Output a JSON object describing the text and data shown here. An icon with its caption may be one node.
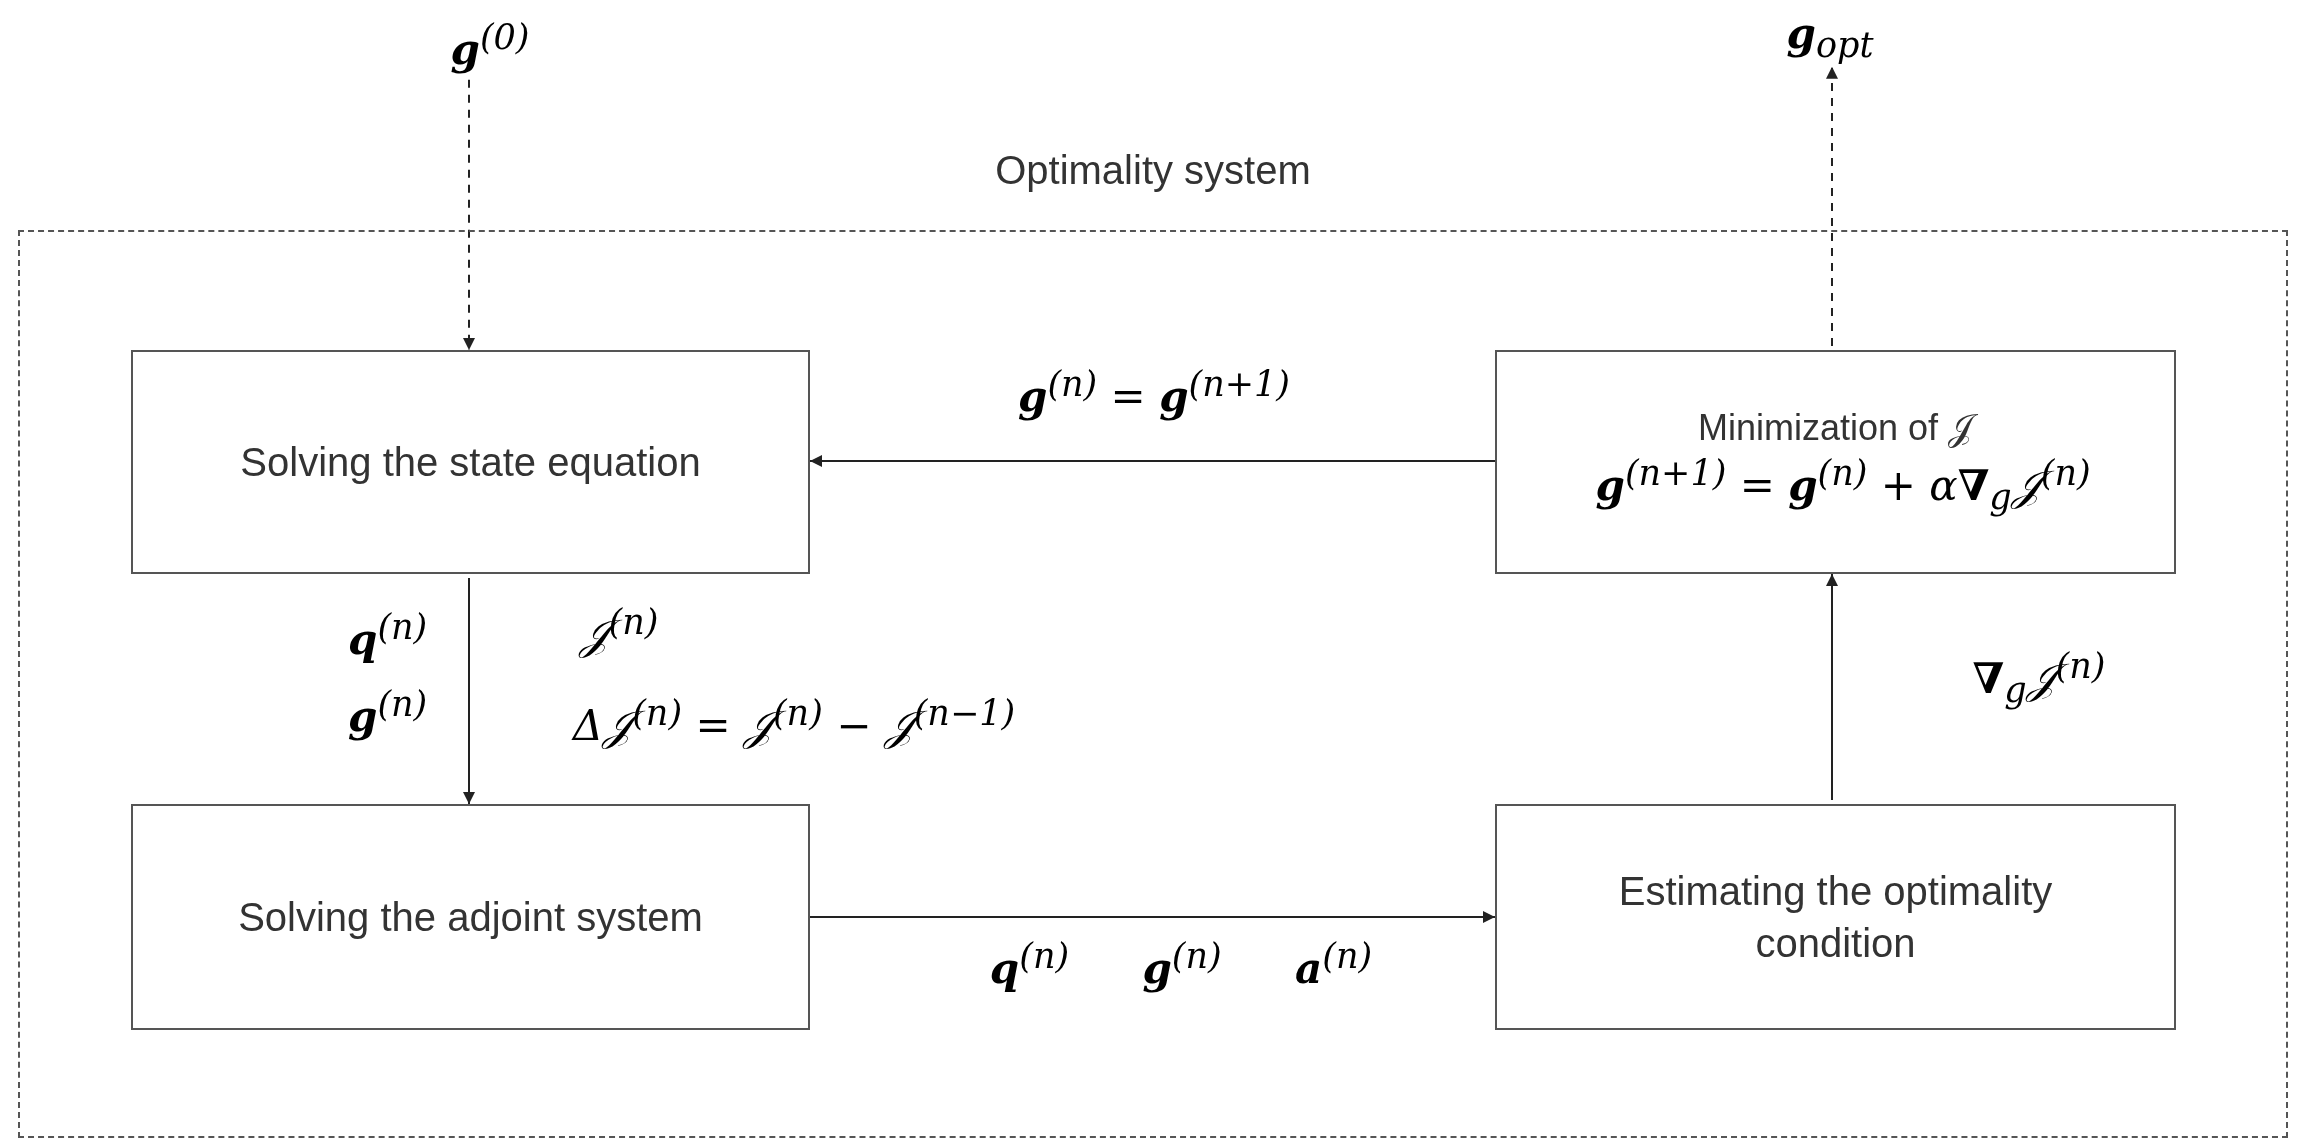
{
  "diagram": {
    "nodes": [
      {
        "text": [
          "Optimality system"
        ]
      },
      {
        "text": [
          "Solving the state equation"
        ],
        "in": 0
      },
      {
        "text": [
          "Minimization of 𝒥",
          "**g**$^{(n+1)}$ = **g**$^{(n)}$ + α**∇**$_{g}$𝒥$^{(n)}$"
        ],
        "in": 0
      },
      {
        "text": [
          "Solving the adjoint system"
        ],
        "in": 0
      },
      {
        "text": [
          "Estimating the optimality condition"
        ],
        "in": 0
      },
      {
        "text": [
          "**g**$^{(0)}$"
        ]
      },
      {
        "text": [
          "**g**$_{opt}$"
        ]
      }
    ],
    "edges": [
      {
        "from": 5,
        "to": 1,
        "arrow": "to",
        "style": "dashed"
      },
      {
        "from": 1,
        "to": 3,
        "arrow": "to",
        "label": "**q**$^{(n)}$ **g**$^{(n)}$"
      },
      {
        "from": 3,
        "to": 4,
        "arrow": "to",
        "label": "**q**$^{(n)}$ **g**$^{(n)}$ **a**$^{(n)}$"
      },
      {
        "from": 4,
        "to": 2,
        "arrow": "to",
        "label": "**∇**$_{g}$𝒥$^{(n)}$"
      },
      {
        "from": 2,
        "to": 1,
        "arrow": "to",
        "label": "**g**$^{(n)}$ = **g**$^{(n+1)}$"
      },
      {
        "from": 2,
        "to": 6,
        "arrow": "to",
        "style": "dashed"
      }
    ],
    "labels": [
      "𝒥$^{(n)}$",
      "Δ𝒥$^{(n)}$ = 𝒥$^{(n)}$ − 𝒥$^{(n−1)}$"
    ]
  }
}
